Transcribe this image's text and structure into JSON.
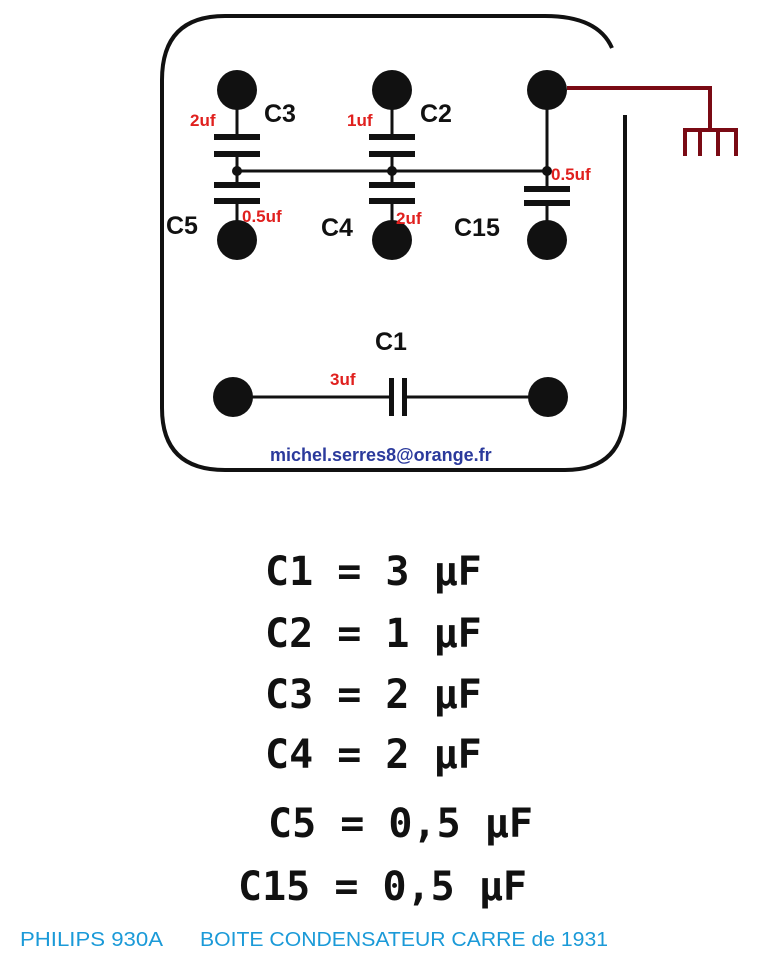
{
  "diagram": {
    "labels": {
      "c3": "C3",
      "c2": "C2",
      "c5": "C5",
      "c4": "C4",
      "c15": "C15",
      "c1": "C1"
    },
    "values": {
      "c3": "2uf",
      "c2": "1uf",
      "c5": "0.5uf",
      "c4": "2uf",
      "c15": "0.5uf",
      "c1": "3uf"
    },
    "email": "michel.serres8@orange.fr",
    "colors": {
      "wire": "#7a0a14",
      "values": "#e0201e",
      "email": "#2b3a9c",
      "footer": "#1b9ad8"
    }
  },
  "equations": [
    "C1 = 3 µF",
    "C2 = 1 µF",
    "C3 = 2 µF",
    "C4 = 2 µF",
    "C5 = 0,5 µF",
    "C15 = 0,5 µF"
  ],
  "footer": {
    "model": "PHILIPS 930A",
    "description": "BOITE CONDENSATEUR CARRE de 1931"
  }
}
